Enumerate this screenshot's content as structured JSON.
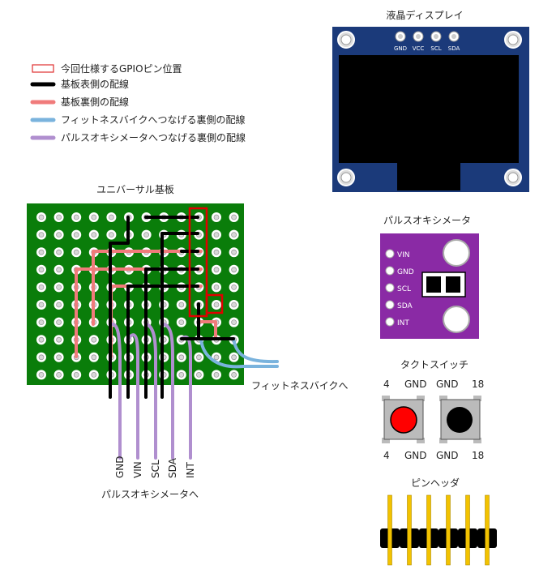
{
  "legend": {
    "gpio": "今回仕様するGPIOピン位置",
    "front_wire": "基板表側の配線",
    "back_wire": "基板裏側の配線",
    "fitness_wire": "フィットネスバイクへつなげる裏側の配線",
    "pulse_wire": "パルスオキシメータへつなげる裏側の配線"
  },
  "board": {
    "title": "ユニバーサル基板"
  },
  "lcd": {
    "title": "液晶ディスプレイ",
    "pins": [
      "GND",
      "VCC",
      "SCL",
      "SDA"
    ]
  },
  "pulse_sensor": {
    "title": "パルスオキシメータ",
    "pins": [
      "VIN",
      "GND",
      "SCL",
      "SDA",
      "INT"
    ]
  },
  "switch": {
    "title": "タクトスイッチ",
    "left_top": [
      "4",
      "GND"
    ],
    "left_bottom": [
      "4",
      "GND"
    ],
    "right_top": [
      "GND",
      "18"
    ],
    "right_bottom": [
      "GND",
      "18"
    ]
  },
  "header": {
    "title": "ピンヘッダ"
  },
  "wire_labels": [
    "GND",
    "VIN",
    "SCL",
    "SDA",
    "INT"
  ],
  "fitness_label": "フィットネスバイクへ",
  "pulse_label": "パルスオキシメータへ",
  "colors": {
    "board_green": "#0a7d0a",
    "front_black": "#000000",
    "back_red": "#f07b7b",
    "fitness_blue": "#7ab3dd",
    "pulse_purple": "#b08fcf",
    "lcd_navy": "#1b3a7a",
    "sensor_purple": "#8a2aa5",
    "button_red": "#ff0000"
  }
}
